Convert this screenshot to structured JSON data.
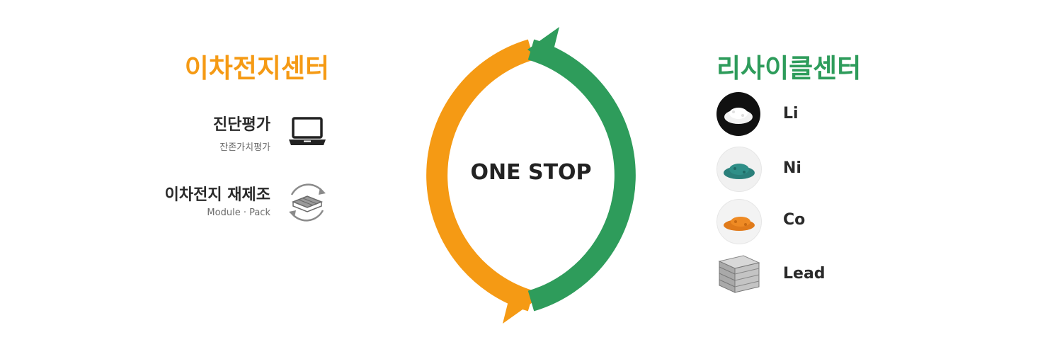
{
  "center": {
    "label": "ONE STOP",
    "arc_left_label": "이차전지센터",
    "arc_right_label": "리사이클센터"
  },
  "left": {
    "title": "이차전지센터",
    "items": [
      {
        "title": "진단평가",
        "subtitle": "잔존가치평가",
        "icon": "laptop-icon"
      },
      {
        "title": "이차전지 재제조",
        "subtitle": "Module · Pack",
        "icon": "battery-recycle-icon"
      }
    ]
  },
  "right": {
    "title": "리사이클센터",
    "materials": [
      {
        "label": "Li",
        "icon": "lithium-powder-icon"
      },
      {
        "label": "Ni",
        "icon": "nickel-powder-icon"
      },
      {
        "label": "Co",
        "icon": "cobalt-powder-icon"
      },
      {
        "label": "Lead",
        "icon": "lead-ingot-icon"
      }
    ]
  },
  "colors": {
    "orange": "#f59a14",
    "green": "#2e9c5b"
  }
}
